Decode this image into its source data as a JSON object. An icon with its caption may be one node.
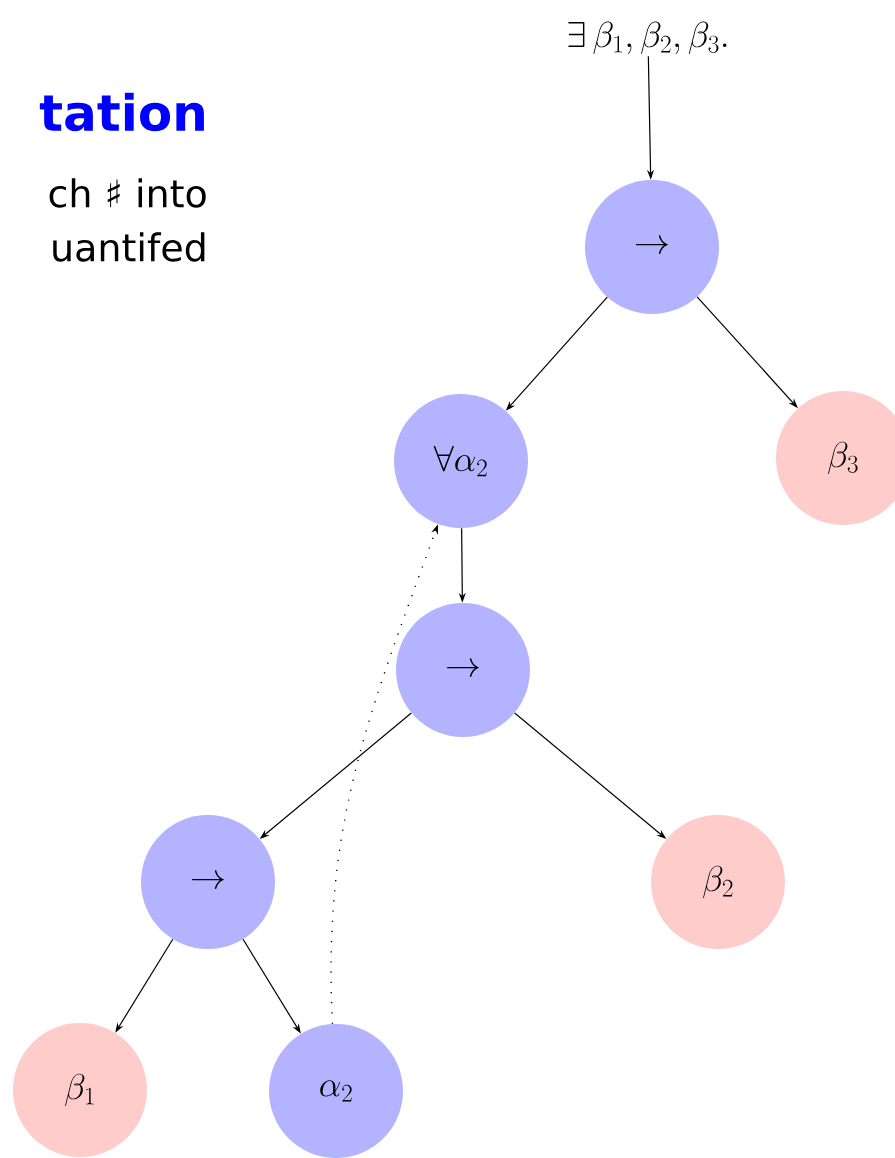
{
  "diagram": {
    "title": "tation",
    "nodes": [
      {
        "text": [
          "\\exists\\,\\beta_1,\\beta_2,\\beta_3."
        ]
      },
      {
        "text": [
          "\\rightarrow"
        ]
      },
      {
        "text": [
          "\\forall\\alpha_2"
        ]
      },
      {
        "text": [
          "\\beta_3"
        ]
      },
      {
        "text": [
          "\\rightarrow"
        ]
      },
      {
        "text": [
          "\\rightarrow"
        ]
      },
      {
        "text": [
          "\\beta_2"
        ]
      },
      {
        "text": [
          "\\beta_1"
        ]
      },
      {
        "text": [
          "\\alpha_2"
        ]
      }
    ],
    "edges": [
      {
        "from": 0,
        "to": 1,
        "arrow": "to"
      },
      {
        "from": 1,
        "to": 2,
        "arrow": "to"
      },
      {
        "from": 1,
        "to": 3,
        "arrow": "to"
      },
      {
        "from": 2,
        "to": 4,
        "arrow": "to"
      },
      {
        "from": 4,
        "to": 5,
        "arrow": "to"
      },
      {
        "from": 4,
        "to": 6,
        "arrow": "to"
      },
      {
        "from": 5,
        "to": 7,
        "arrow": "to"
      },
      {
        "from": 5,
        "to": 8,
        "arrow": "to"
      },
      {
        "from": 8,
        "to": 2,
        "arrow": "to",
        "style": "dashed"
      }
    ],
    "labels": [
      "ch ♯ into",
      "uantifed"
    ]
  }
}
